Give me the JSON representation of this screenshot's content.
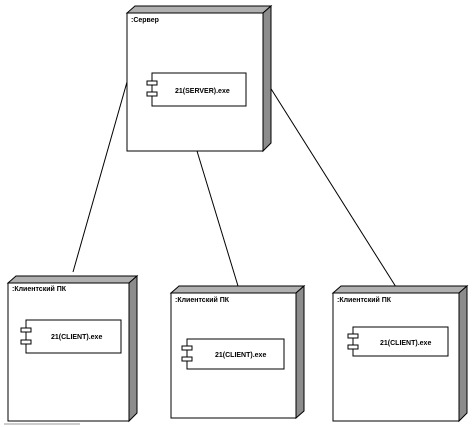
{
  "diagram": {
    "server": {
      "label": ":Сервер",
      "component": "21(SERVER).exe"
    },
    "clients": [
      {
        "label": ":Клиентский ПК",
        "component": "21(CLIENT).exe"
      },
      {
        "label": ":Клиентский ПК",
        "component": "21(CLIENT).exe"
      },
      {
        "label": ":Клиентский ПК",
        "component": "21(CLIENT).exe"
      }
    ],
    "colors": {
      "stroke": "#000000",
      "side_fill": "#8c8c8c",
      "top_fill": "#b0b0b0",
      "front_fill": "#ffffff"
    }
  }
}
